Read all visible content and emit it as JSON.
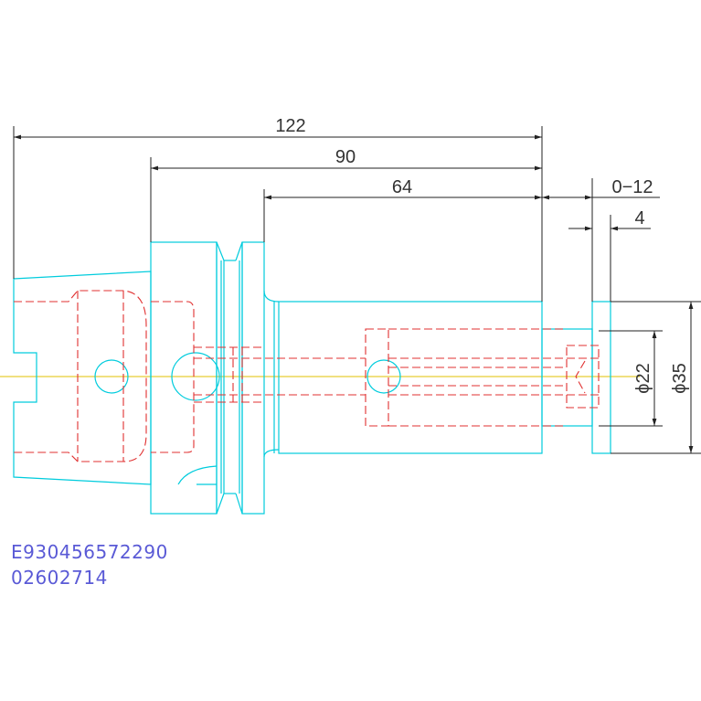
{
  "dimensions": {
    "overall_length": "122",
    "body_length": "90",
    "extension_length": "64",
    "adjust_range": "0−12",
    "nut_width": "4",
    "bore_diameter": "ϕ22",
    "outer_diameter": "ϕ35"
  },
  "part_codes": {
    "article_number": "E930456572290",
    "code": "02602714"
  },
  "colors": {
    "outline": "#00ccdd",
    "hidden": "#e03030",
    "centerline": "#e0c000",
    "dimension": "#222222",
    "code_text": "#5a5ad6"
  }
}
